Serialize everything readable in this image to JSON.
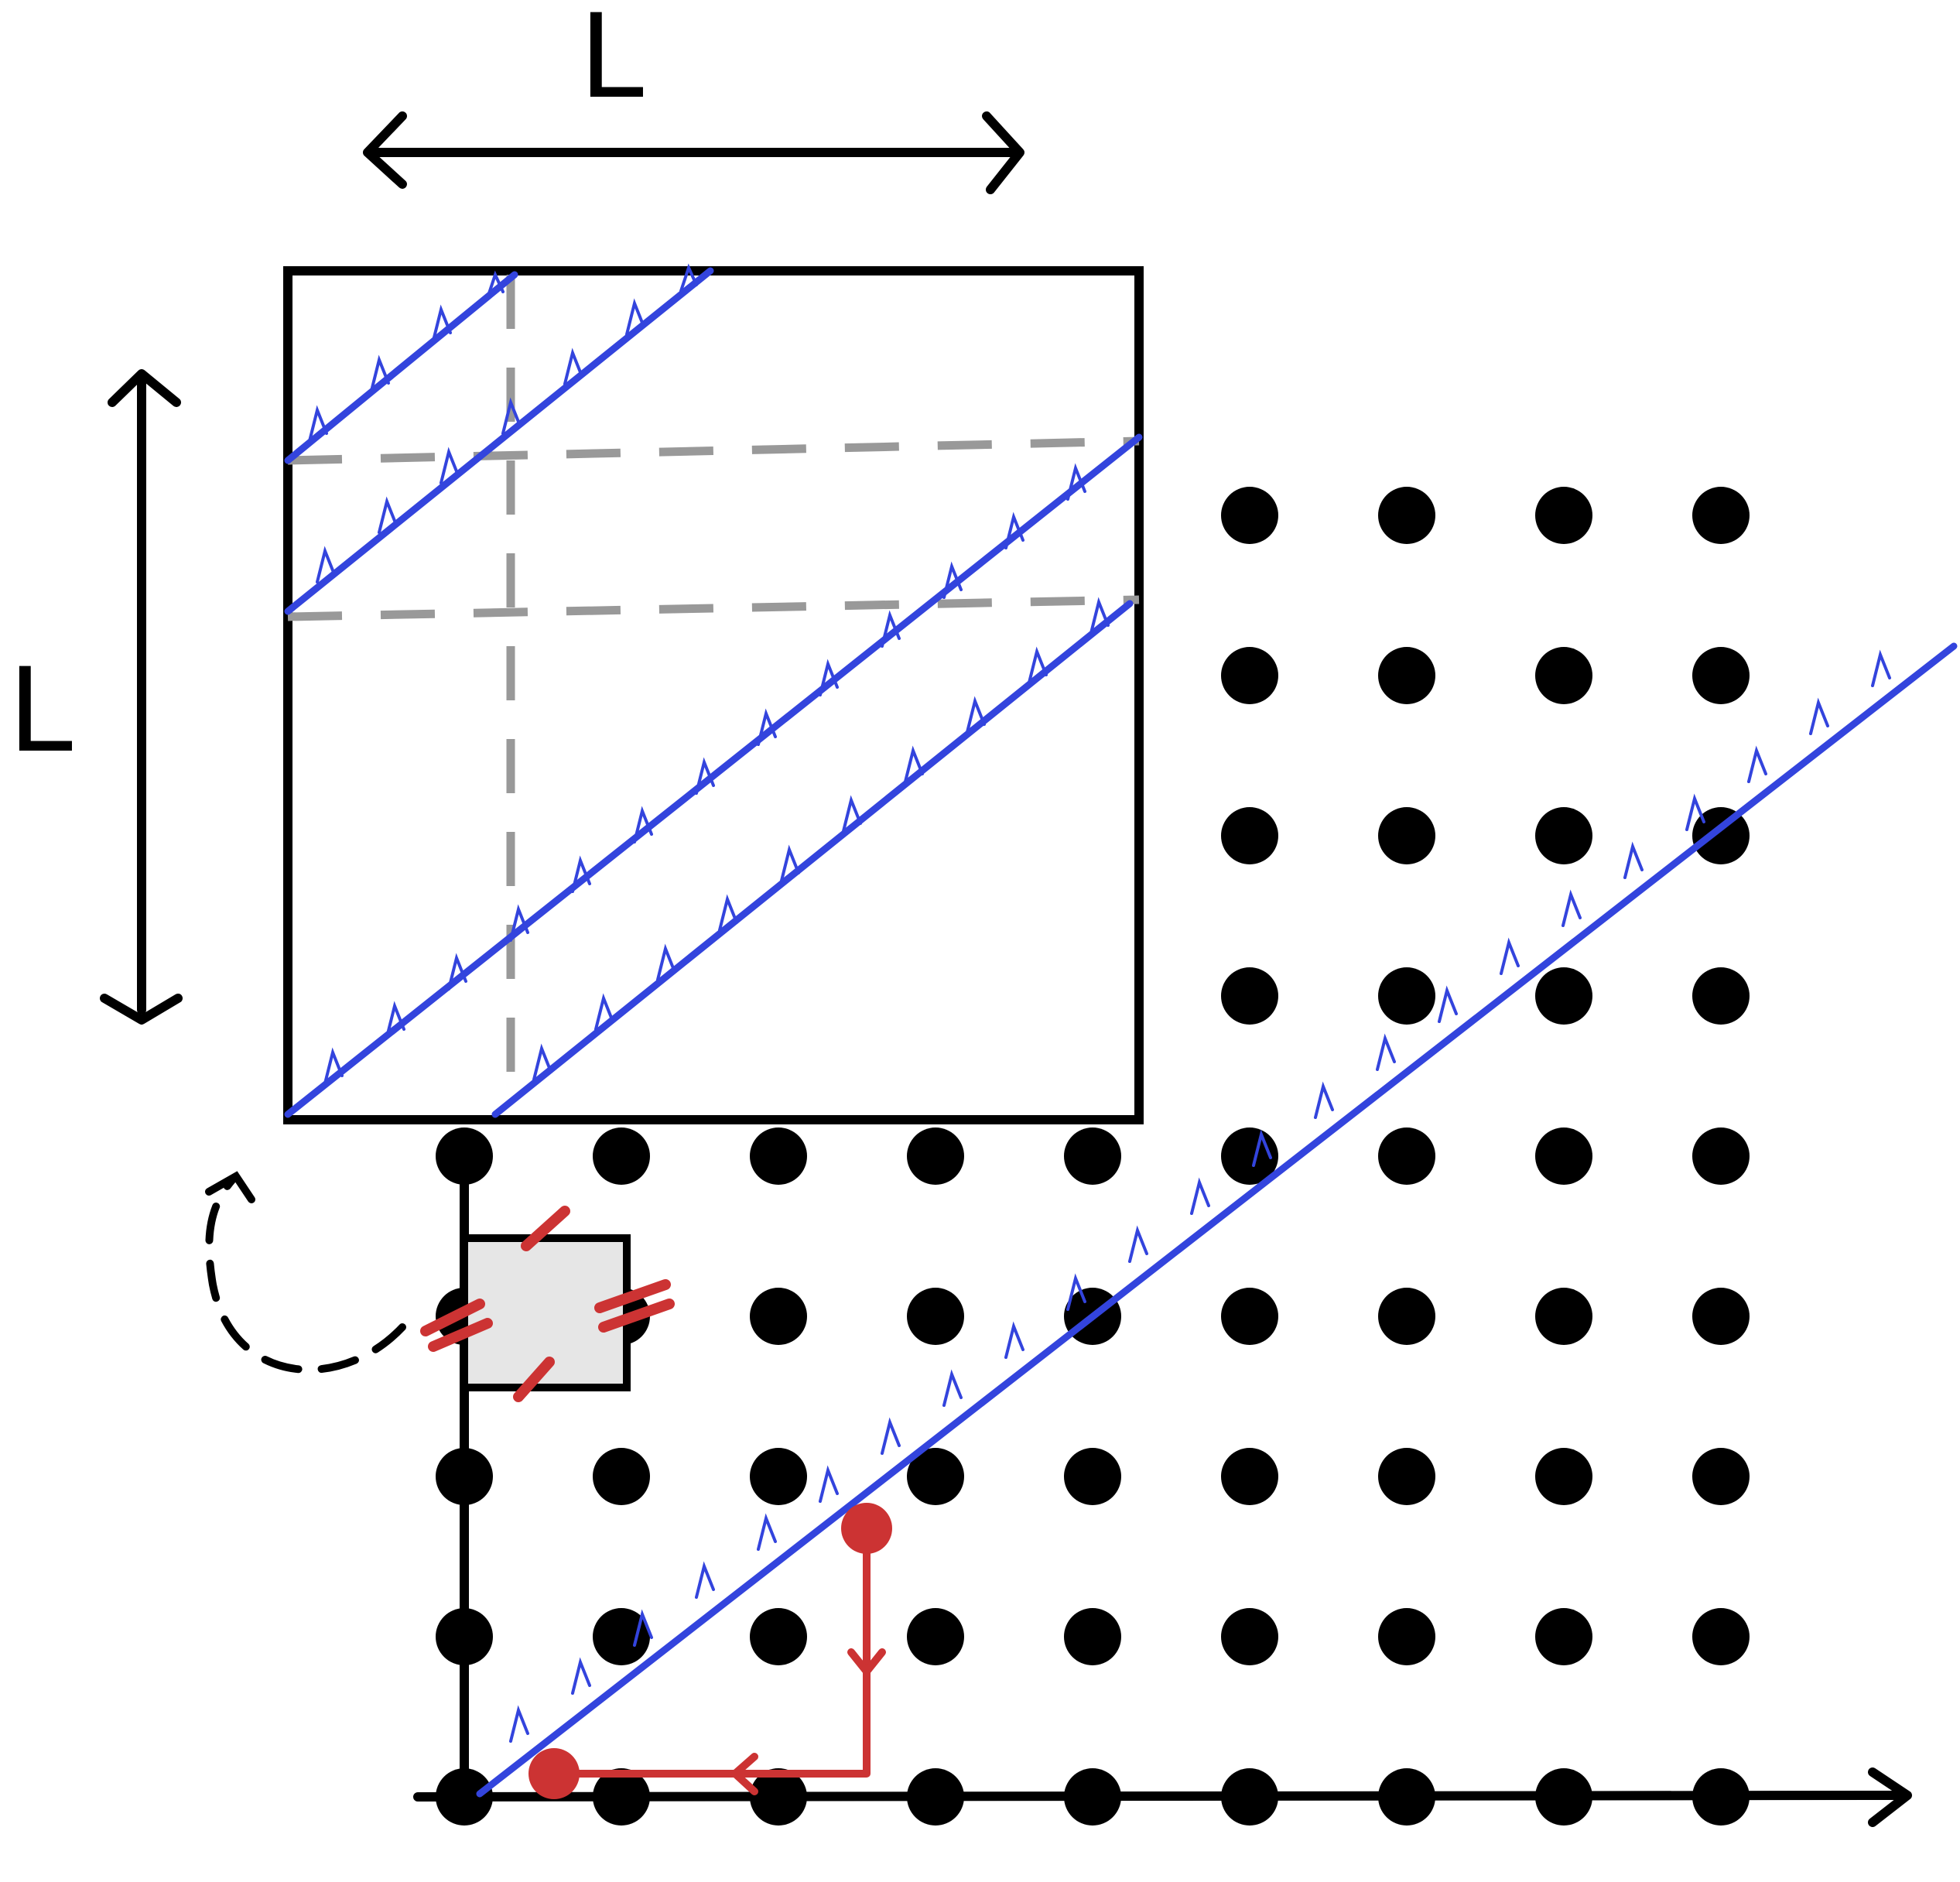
{
  "labels": {
    "horizontal_length": "L",
    "vertical_length": "L"
  },
  "colors": {
    "ink": "#000000",
    "wave": "#3344dd",
    "path": "#cc3333",
    "guide": "#999999",
    "cell": "#e6e6e6"
  },
  "lattice": {
    "columns": 9,
    "rows": 9,
    "missing_points": [
      "col 1 row 8"
    ]
  }
}
